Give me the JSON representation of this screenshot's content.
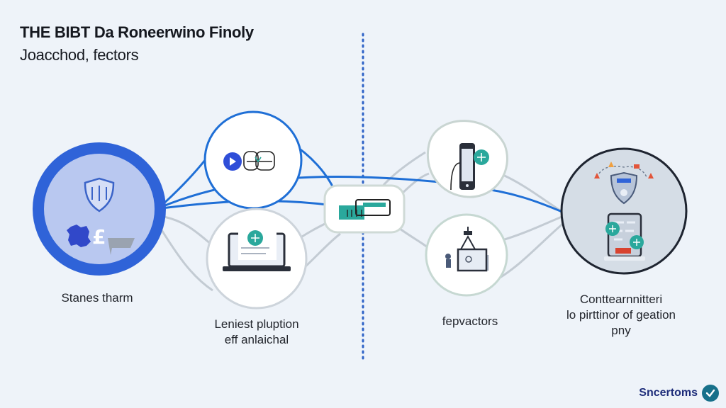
{
  "title": {
    "line1": "THE BIBT Da Roneerwino Finoly",
    "line2": "Joacchod, fectors"
  },
  "colors": {
    "background": "#eef3f9",
    "accent_blue": "#1f6fd6",
    "hub_ring": "#2f63d8",
    "hub_fill": "#b9c8f0",
    "teal": "#2aa89c",
    "gray_link": "#c3cbd3",
    "dark": "#2a2f3a",
    "divider": "#2f63c7"
  },
  "nodes": {
    "left_hub": {
      "label": "Stanes tharm",
      "icons": [
        "shield-icon",
        "gear-icon",
        "pound-icon",
        "tag-icon"
      ]
    },
    "top_left": {
      "icons": [
        "play-icon",
        "router-icon"
      ]
    },
    "bottom_left": {
      "label_line1": "Leniest pluption",
      "label_line2": "eff anlaichal",
      "icons": [
        "laptop-icon",
        "plus-badge-icon"
      ]
    },
    "center": {
      "icons": [
        "server-icon"
      ]
    },
    "top_right": {
      "icons": [
        "phone-icon",
        "plus-badge-icon"
      ]
    },
    "bottom_right": {
      "label": "fepvactors",
      "icons": [
        "monitor-icon",
        "satellite-icon",
        "robot-icon"
      ]
    },
    "right_hub": {
      "label_line1": "Conttearnnitteri",
      "label_line2": "lo pirttinor of geation",
      "label_line3": "pny",
      "icons": [
        "shield-icon",
        "tablet-icon",
        "plus-badge-icon"
      ]
    }
  },
  "brand": {
    "name": "Sncertoms",
    "icon": "check-circle-icon"
  }
}
